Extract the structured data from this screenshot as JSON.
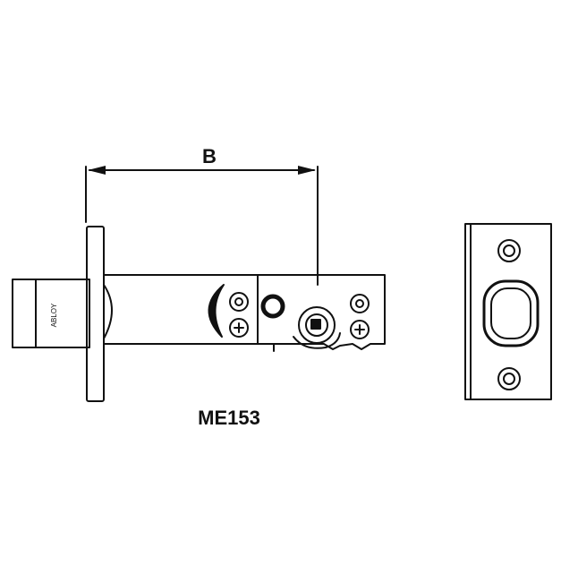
{
  "diagram": {
    "dimension_label": "B",
    "model_label": "ME153",
    "brand_text": "ABLOY",
    "line_color": "#111111",
    "background": "#ffffff"
  }
}
